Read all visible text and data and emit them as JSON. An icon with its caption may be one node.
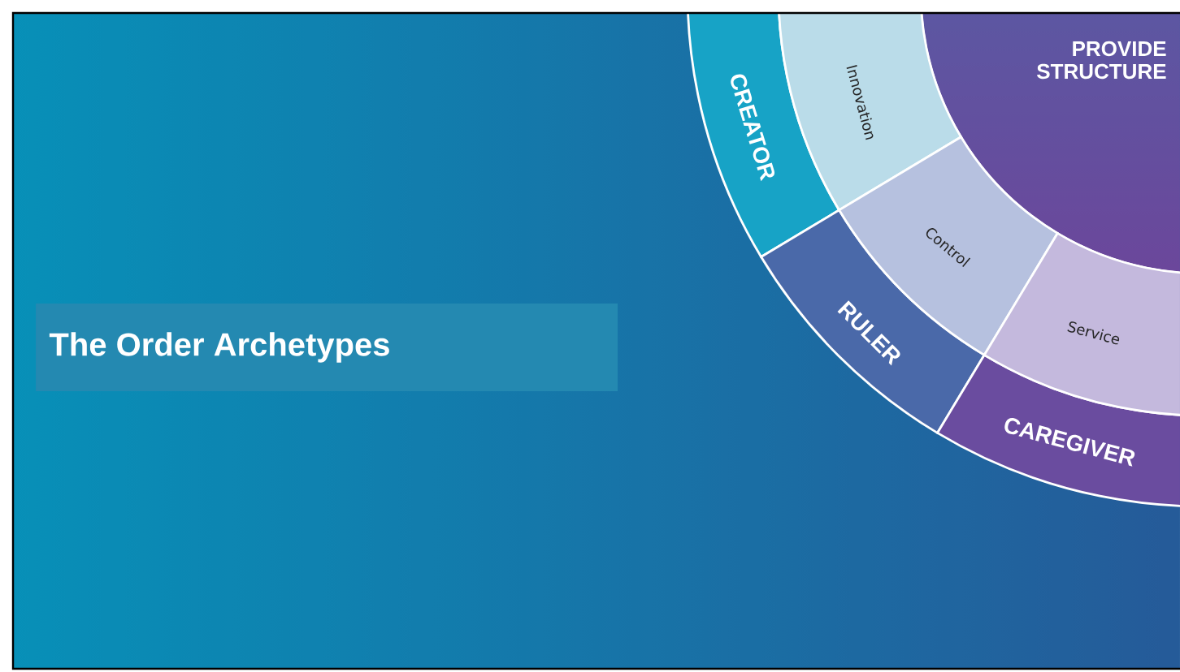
{
  "diagram": {
    "title": "The Order Archetypes",
    "nodes": [
      {
        "text": [
          "PROVIDE STRUCTURE"
        ]
      },
      {
        "text": [
          "CREATOR"
        ]
      },
      {
        "text": [
          "Innovation"
        ]
      },
      {
        "text": [
          "RULER"
        ]
      },
      {
        "text": [
          "Control"
        ]
      },
      {
        "text": [
          "CAREGIVER"
        ]
      },
      {
        "text": [
          "Service"
        ]
      }
    ]
  }
}
